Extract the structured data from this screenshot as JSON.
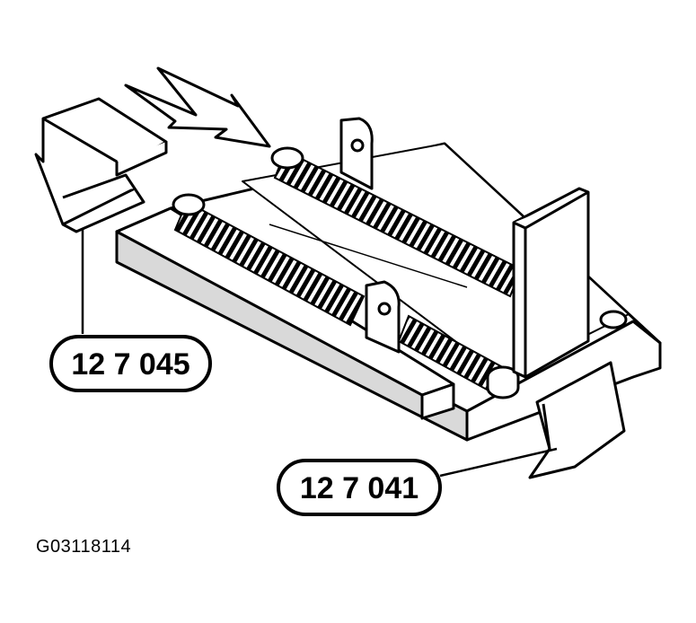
{
  "diagram": {
    "callouts": [
      {
        "id": "tool-a",
        "label": "12 7 045"
      },
      {
        "id": "tool-b",
        "label": "12 7 041"
      }
    ],
    "figure_id": "G03118114",
    "colors": {
      "ink": "#000000",
      "paper": "#ffffff",
      "shade": "#d9d9d9"
    }
  }
}
